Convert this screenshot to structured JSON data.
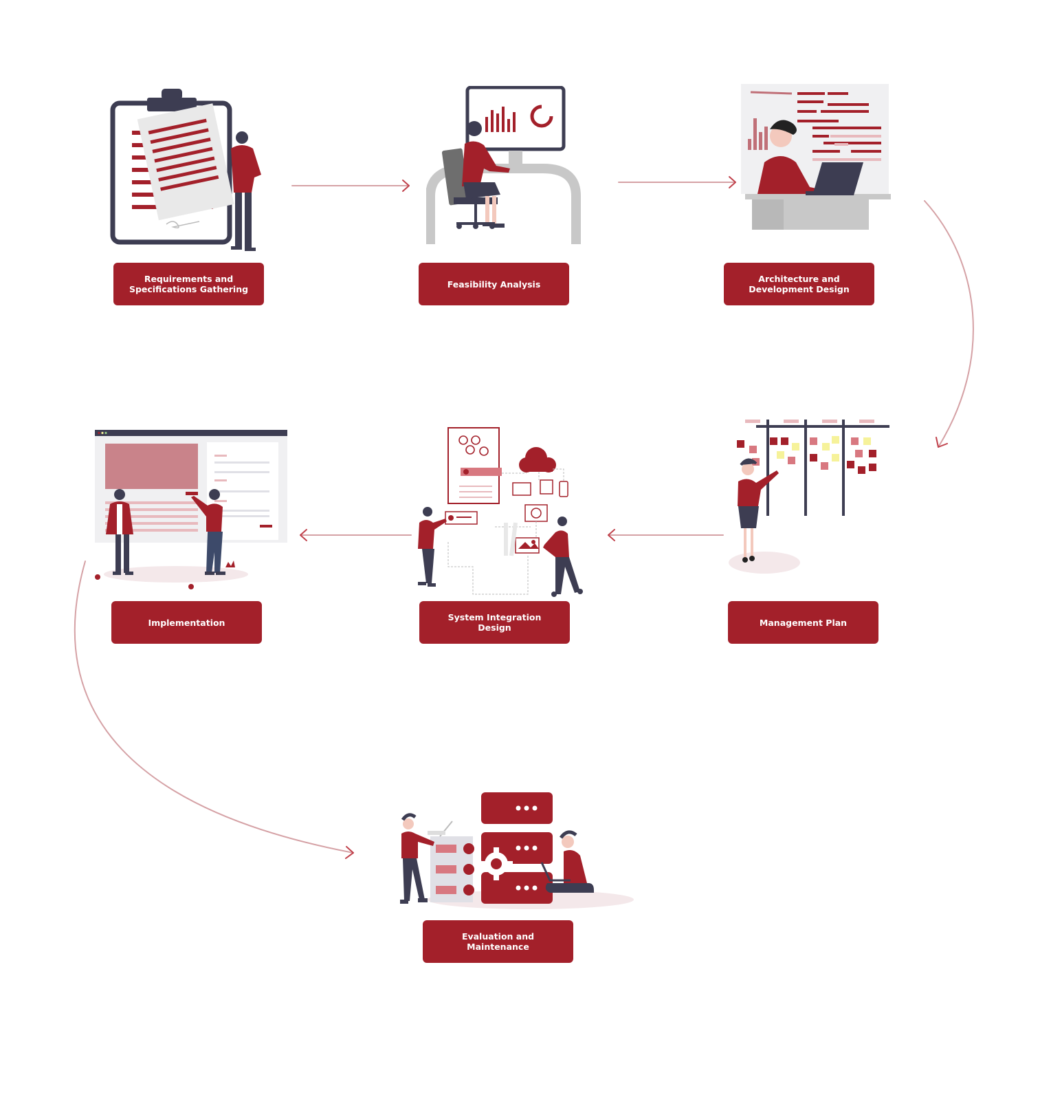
{
  "steps": [
    {
      "line1": "Requirements and",
      "line2": "Specifications Gathering"
    },
    {
      "line1": "Feasibility Analysis",
      "line2": ""
    },
    {
      "line1": "Architecture and",
      "line2": "Development Design"
    },
    {
      "line1": "Management Plan",
      "line2": ""
    },
    {
      "line1": "System Integration",
      "line2": "Design"
    },
    {
      "line1": "Implementation",
      "line2": ""
    },
    {
      "line1": "Evaluation and",
      "line2": "Maintenance"
    }
  ],
  "colors": {
    "brand_red": "#a3202a",
    "arrow": "#d5a1a5",
    "navy": "#3d3d52",
    "light_gray": "#c8c8c8",
    "pink": "#e8b9bd"
  }
}
